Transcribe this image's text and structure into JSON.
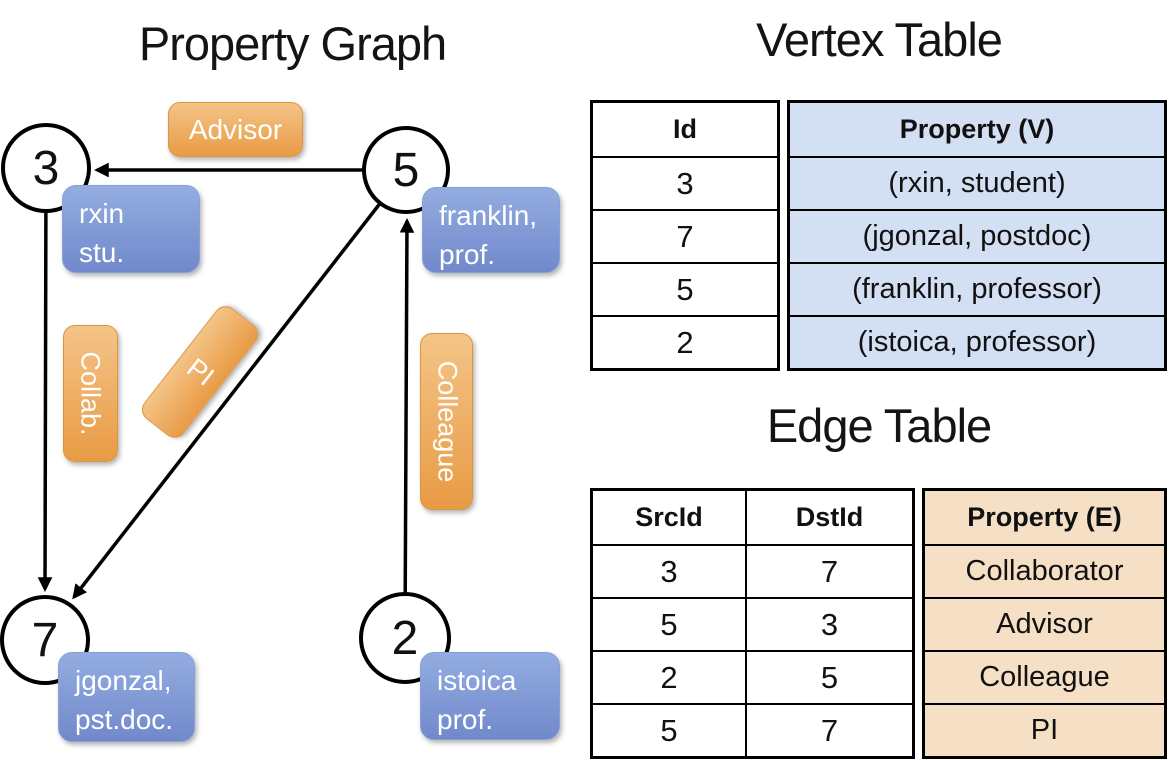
{
  "graph": {
    "title": "Property Graph",
    "vertices": [
      {
        "id": "3",
        "label_lines": [
          "rxin",
          "stu."
        ]
      },
      {
        "id": "5",
        "label_lines": [
          "franklin,",
          "prof."
        ]
      },
      {
        "id": "7",
        "label_lines": [
          "jgonzal,",
          "pst.doc."
        ]
      },
      {
        "id": "2",
        "label_lines": [
          "istoica",
          "prof."
        ]
      }
    ],
    "edge_labels": [
      {
        "label": "Advisor"
      },
      {
        "label": "Collab."
      },
      {
        "label": "PI"
      },
      {
        "label": "Colleague"
      }
    ]
  },
  "vertex_table": {
    "title": "Vertex Table",
    "columns": [
      "Id",
      "Property (V)"
    ],
    "rows": [
      [
        "3",
        "(rxin, student)"
      ],
      [
        "7",
        "(jgonzal, postdoc)"
      ],
      [
        "5",
        "(franklin, professor)"
      ],
      [
        "2",
        "(istoica, professor)"
      ]
    ]
  },
  "edge_table": {
    "title": "Edge Table",
    "columns": [
      "SrcId",
      "DstId",
      "Property (E)"
    ],
    "rows": [
      [
        "3",
        "7",
        "Collaborator"
      ],
      [
        "5",
        "3",
        "Advisor"
      ],
      [
        "2",
        "5",
        "Colleague"
      ],
      [
        "5",
        "7",
        "PI"
      ]
    ]
  },
  "colors": {
    "edge_label_fill": "#EFB066",
    "vertex_label_fill": "#829BD6",
    "vertex_table_cell_bg": "#D3DFF2",
    "edge_table_cell_bg": "#F5DFC5",
    "line_color": "#000000"
  }
}
